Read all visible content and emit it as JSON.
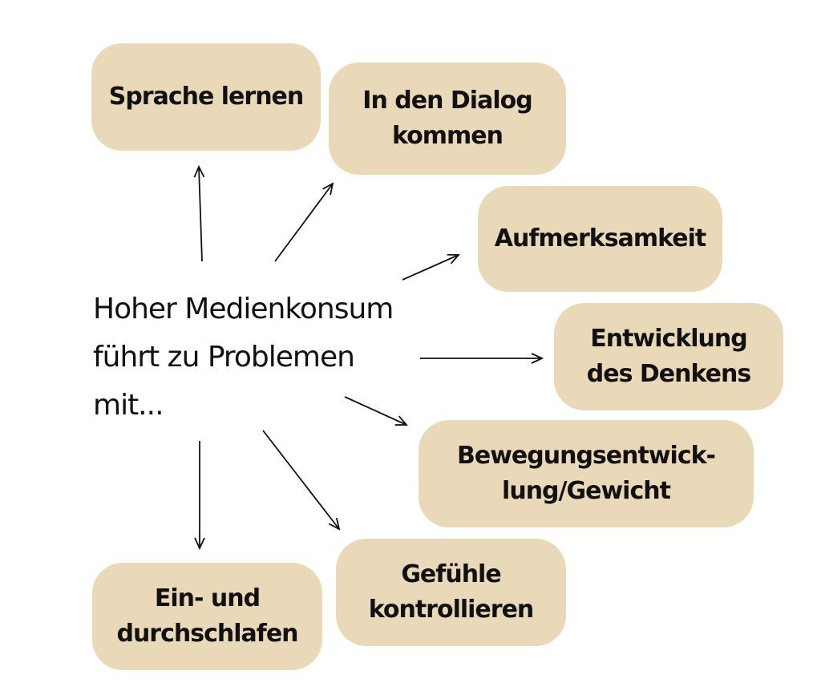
{
  "center": {
    "text": "Hoher Medienkonsum\nführt zu Problemen\nmit..."
  },
  "boxes": {
    "sprache": "Sprache lernen",
    "dialog": "In den Dialog\nkommen",
    "aufmerksamkeit": "Aufmerksamkeit",
    "denken": "Entwicklung\ndes Denkens",
    "bewegung": "Bewegungsentwick-\nlung/Gewicht",
    "gefuehle": "Gefühle\nkontrollieren",
    "schlafen": "Ein- und\ndurchschlafen"
  },
  "colors": {
    "box_fill": "#ead9b9",
    "text": "#111111",
    "arrow": "#111111"
  }
}
